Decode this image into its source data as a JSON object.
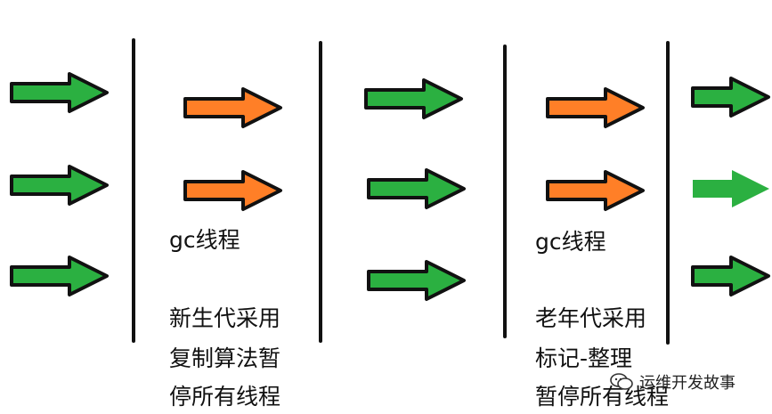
{
  "colors": {
    "mutator": "#2bb041",
    "gc": "#ff7f27",
    "outline": "#111111",
    "divider": "#111111"
  },
  "labels": {
    "young_gc_title": "gc线程",
    "young_desc_1": "新生代采用",
    "young_desc_2": "复制算法暂",
    "young_desc_3": "停所有线程",
    "old_gc_title": "gc线程",
    "old_desc_1": "老年代采用",
    "old_desc_2": "标记-整理",
    "old_desc_3": "暂停所有线程"
  },
  "watermark": {
    "icon": "wechat-icon",
    "text": "运维开发故事"
  }
}
